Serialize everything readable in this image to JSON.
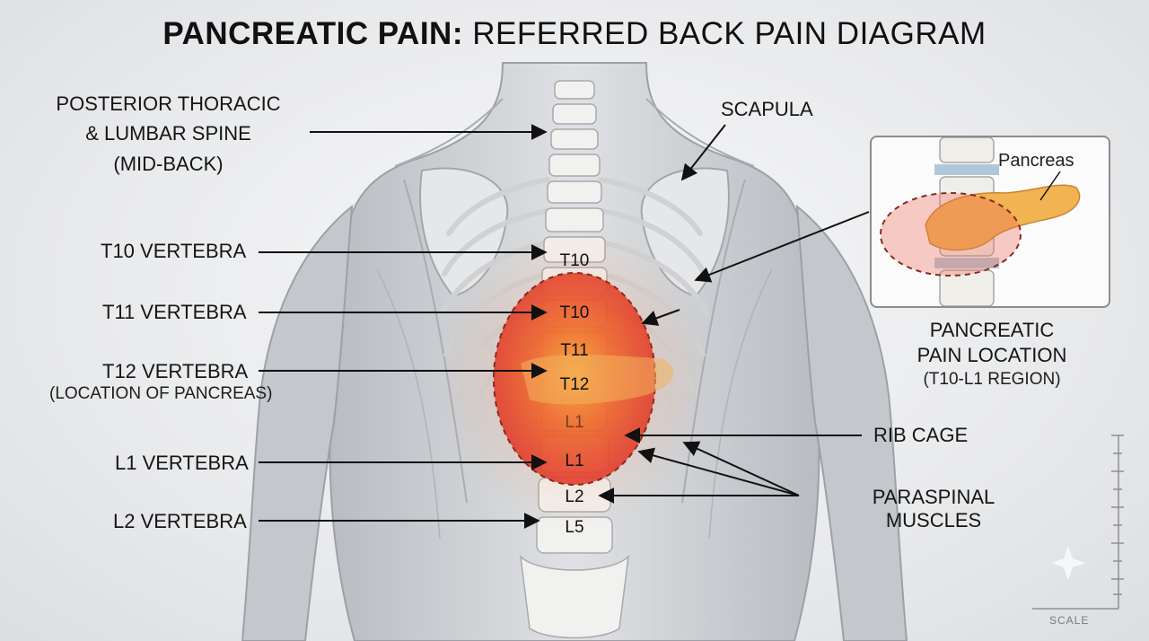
{
  "title": {
    "bold": "PANCREATIC PAIN:",
    "rest": "REFERRED BACK PAIN DIAGRAM"
  },
  "left_labels": {
    "spine_line1": "POSTERIOR THORACIC",
    "spine_line2": "& LUMBAR SPINE",
    "spine_line3": "(MID-BACK)",
    "t10": "T10 VERTEBRA",
    "t11": "T11 VERTEBRA",
    "t12": "T12 VERTEBRA",
    "t12_sub": "(LOCATION OF PANCREAS)",
    "l1": "L1 VERTEBRA",
    "l2": "L2 VERTEBRA"
  },
  "right_labels": {
    "scapula": "SCAPULA",
    "rib_cage": "RIB CAGE",
    "paraspinal_line1": "PARASPINAL",
    "paraspinal_line2": "MUSCLES"
  },
  "spine_tags": {
    "t10_upper": "T10",
    "t10_lower": "T10",
    "t11": "T11",
    "t12": "T12",
    "l1_faint": "L1",
    "l1": "L1",
    "l2": "L2",
    "l5": "L5"
  },
  "inset": {
    "organ_label": "Pancreas",
    "caption_line1": "PANCREATIC",
    "caption_line2": "PAIN LOCATION",
    "caption_line3": "(T10-L1 REGION)"
  },
  "scale_label": "SCALE",
  "colors": {
    "pain_core": "#e8452a",
    "pain_outer": "#f59a3c",
    "bone": "#f2f2f0",
    "muscle": "#c9ccd0",
    "pancreas": "#f0b04e"
  }
}
